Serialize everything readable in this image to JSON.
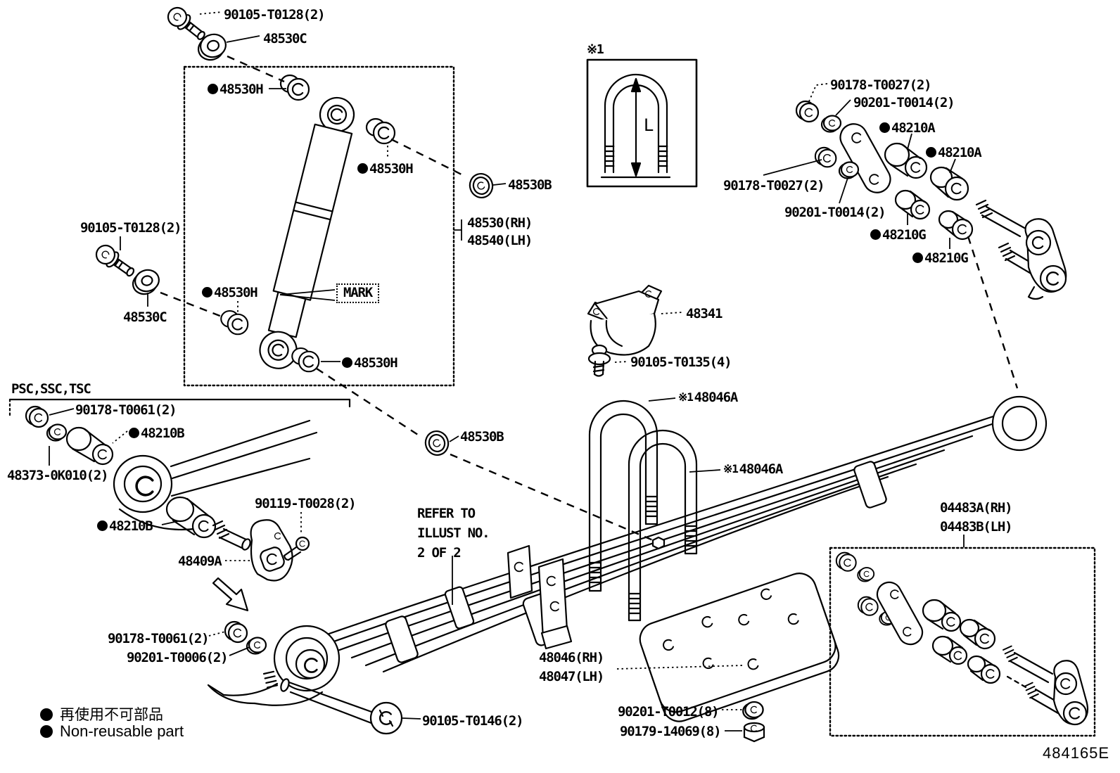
{
  "page": {
    "drawing_code": "484165E"
  },
  "legend": {
    "jp": "再使用不可部品",
    "en": "Non-reusable part"
  },
  "notes": {
    "psc": "PSC,SSC,TSC",
    "refer": "REFER TO\nILLUST NO.\n2 OF 2",
    "mark": "MARK",
    "dim_ref": "※1",
    "dim_letter": "L"
  },
  "parts": {
    "p90105_t0128_top": "90105-T0128(2)",
    "p48530c_top": "48530C",
    "p48530h_1": "48530H",
    "p48530h_2": "48530H",
    "p48530b_1": "48530B",
    "p48530_rh": "48530(RH)",
    "p48540_lh": "48540(LH)",
    "p90105_t0128_left": "90105-T0128(2)",
    "p48530h_3": "48530H",
    "p48530c_left": "48530C",
    "p48530h_4": "48530H",
    "p48530b_2": "48530B",
    "p90178_t0061_psc": "90178-T0061(2)",
    "p48210b_1": "48210B",
    "p48373_0k010": "48373-0K010(2)",
    "p48210b_2": "48210B",
    "p90119_t0028": "90119-T0028(2)",
    "p48409a": "48409A",
    "p90178_t0061_bot": "90178-T0061(2)",
    "p90201_t0006": "90201-T0006(2)",
    "p90105_t0146": "90105-T0146(2)",
    "p48341": "48341",
    "p90105_t0135": "90105-T0135(4)",
    "ref1_mark_1": "※1",
    "p48046a_1": "48046A",
    "ref1_mark_2": "※1",
    "p48046a_2": "48046A",
    "p48046_rh": "48046(RH)",
    "p48047_lh": "48047(LH)",
    "p90201_t0012": "90201-T0012(8)",
    "p90179_14069": "90179-14069(8)",
    "p90178_t0027_1": "90178-T0027(2)",
    "p90201_t0014_1": "90201-T0014(2)",
    "p48210a_1": "48210A",
    "p48210a_2": "48210A",
    "p90178_t0027_2": "90178-T0027(2)",
    "p90201_t0014_2": "90201-T0014(2)",
    "p48210g_1": "48210G",
    "p48210g_2": "48210G",
    "p04483a_rh": "04483A(RH)",
    "p04483b_lh": "04483B(LH)"
  }
}
